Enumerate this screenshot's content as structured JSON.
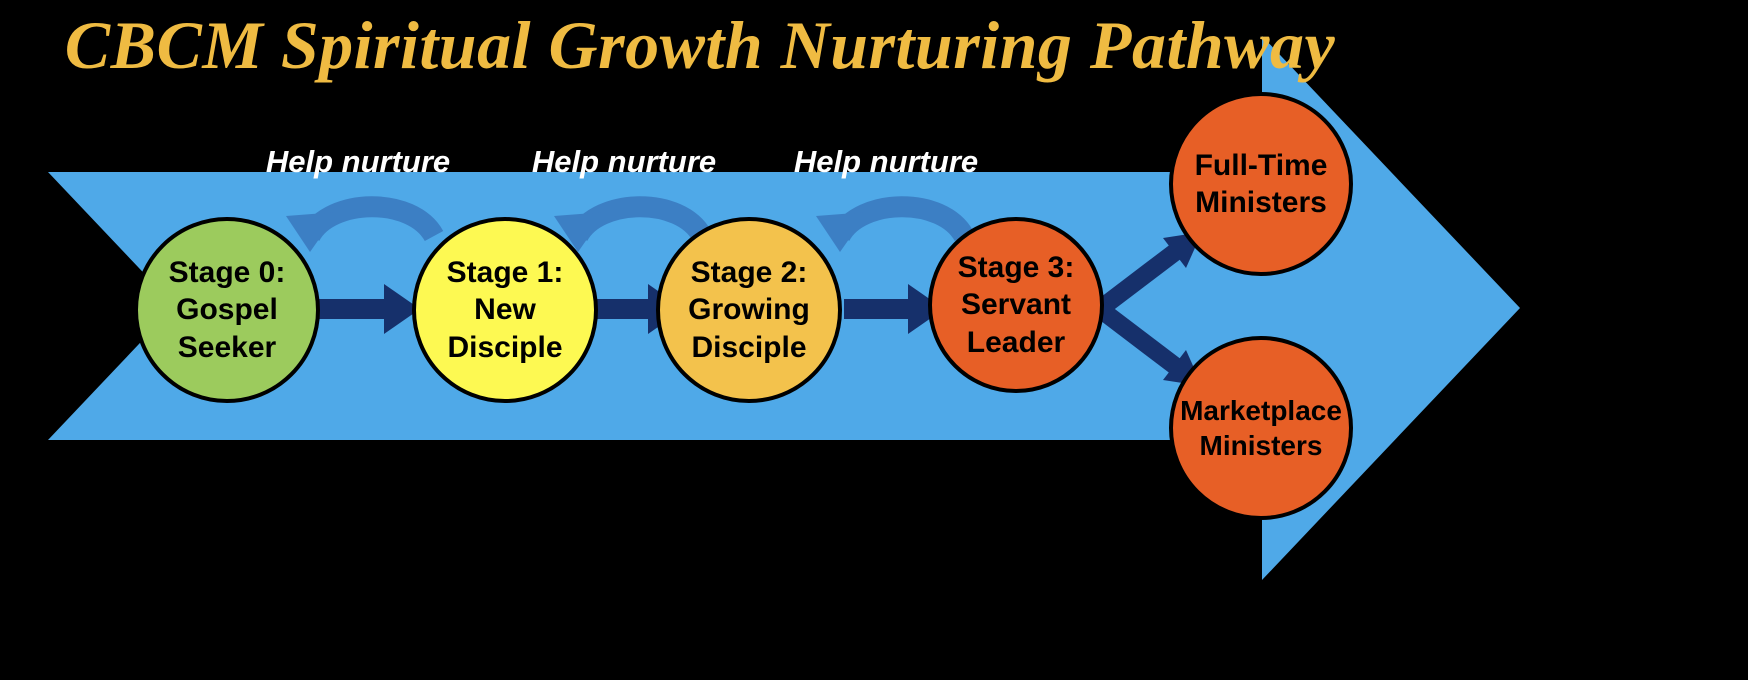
{
  "title": "CBCM Spiritual Growth Nurturing Pathway",
  "colors": {
    "background": "#000000",
    "title_text": "#EFBB42",
    "banner_blue": "#4FA9E8",
    "curved_arrow_blue": "#3C7FC4",
    "straight_arrow_navy": "#16306B",
    "outline": "#000000",
    "label_text": "#FFFFFF"
  },
  "stages": [
    {
      "id": "stage-0",
      "lines": [
        "Stage 0:",
        "Gospel",
        "Seeker"
      ],
      "color": "#9CCB5D"
    },
    {
      "id": "stage-1",
      "lines": [
        "Stage 1:",
        "New",
        "Disciple"
      ],
      "color": "#FDF952"
    },
    {
      "id": "stage-2",
      "lines": [
        "Stage 2:",
        "Growing",
        "Disciple"
      ],
      "color": "#F3C24C"
    },
    {
      "id": "stage-3",
      "lines": [
        "Stage 3:",
        "Servant",
        "Leader"
      ],
      "color": "#E75F26"
    }
  ],
  "outcomes": [
    {
      "id": "full-time-ministers",
      "lines": [
        "Full-Time",
        "Ministers"
      ],
      "color": "#E75F26"
    },
    {
      "id": "marketplace-ministers",
      "lines": [
        "Marketplace",
        "Ministers"
      ],
      "color": "#E75F26"
    }
  ],
  "nurture_labels": [
    {
      "id": "help-nurture-1",
      "text": "Help nurture"
    },
    {
      "id": "help-nurture-2",
      "text": "Help nurture"
    },
    {
      "id": "help-nurture-3",
      "text": "Help nurture"
    }
  ]
}
